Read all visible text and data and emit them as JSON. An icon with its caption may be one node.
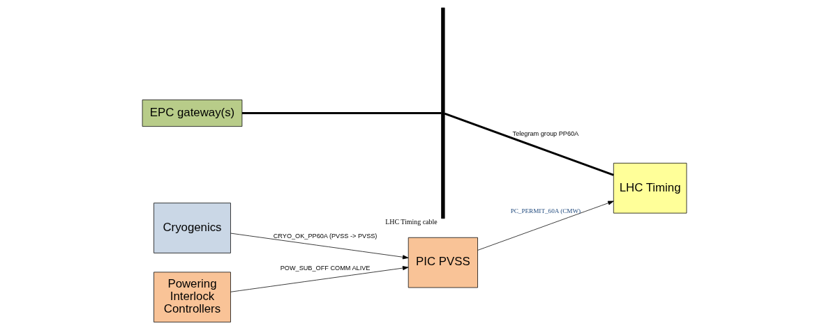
{
  "diagram": {
    "nodes": [
      {
        "text": [
          "EPC gateway(s)"
        ]
      },
      {
        "text": [],
        "shape": "bar",
        "beside": [
          "LHC Timing cable"
        ]
      },
      {
        "text": [
          "Cryogenics"
        ]
      },
      {
        "text": [
          "Powering Interlock Controllers"
        ]
      },
      {
        "text": [
          "PIC PVSS"
        ]
      },
      {
        "text": [
          "LHC Timing"
        ]
      }
    ],
    "edges": [
      {
        "from": 0,
        "to": 1,
        "arrow": "none",
        "style": "thick"
      },
      {
        "from": 1,
        "to": 5,
        "arrow": "none",
        "style": "thick",
        "label": "Telegram group PP60A"
      },
      {
        "from": 2,
        "to": 4,
        "arrow": "to",
        "label": "CRYO_OK_PP60A (PVSS -> PVSS)"
      },
      {
        "from": 3,
        "to": 4,
        "arrow": "to",
        "label": "POW_SUB_OFF COMM ALIVE"
      },
      {
        "from": 4,
        "to": 5,
        "arrow": "to",
        "label": "PC_PERMIT_60A (CMW)"
      }
    ]
  }
}
